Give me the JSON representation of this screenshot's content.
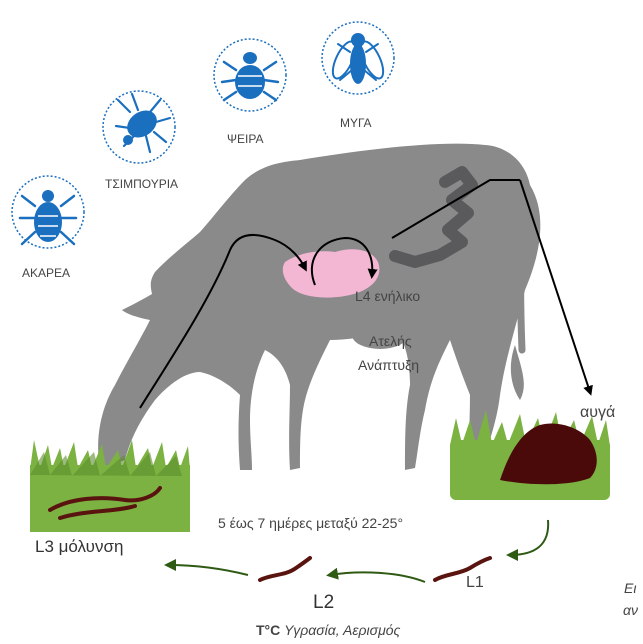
{
  "pests": [
    {
      "label": "ΑΚΑΡΕΑ",
      "icon": "mite-icon"
    },
    {
      "label": "ΤΣΙΜΠΟΥΡΙΑ",
      "icon": "tick-icon"
    },
    {
      "label": "ΨΕΙΡΑ",
      "icon": "louse-icon"
    },
    {
      "label": "ΜΥΓΑ",
      "icon": "fly-icon"
    }
  ],
  "labels": {
    "l4_adult": "L4 ενήλικο",
    "arrested_line1": "Ατελής",
    "arrested_line2": "Ανάπτυξη",
    "eggs": "αυγά",
    "l3_infection": "L3 μόλυνση",
    "duration": "5 έως 7 ημέρες μεταξύ 22-25°",
    "l2": "L2",
    "l1": "L1",
    "cond_bold": "T°C",
    "cond_rest": "Υγρασία, Αερισμός",
    "cut_line1": "Ει",
    "cut_line2": "αν"
  },
  "colors": {
    "cow": "#8a8a8b",
    "stomach": "#f3b6d3",
    "intestine": "#5a5a5c",
    "grass": "#7bb241",
    "larva": "#5a1410",
    "dung": "#4a0a0a",
    "cycle_arrow": "#2e5a14",
    "icon_blue": "#1b6fbf",
    "black_arrow": "#000000"
  }
}
